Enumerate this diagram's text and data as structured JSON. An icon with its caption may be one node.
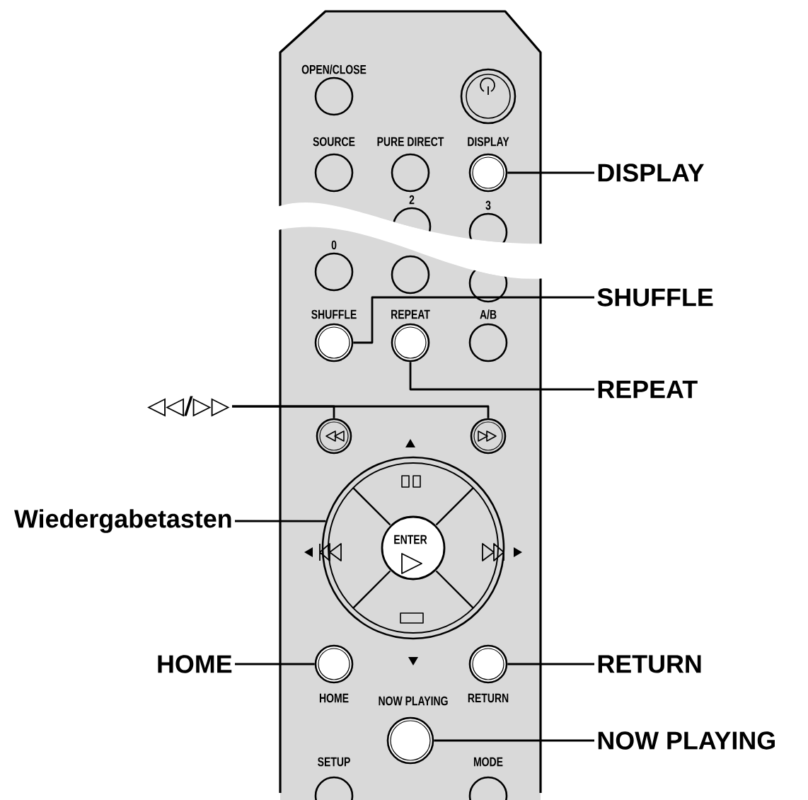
{
  "diagram": {
    "nodes": [
      {
        "text": [
          "DISPLAY"
        ]
      },
      {
        "text": [],
        "shape": "circle",
        "beside": [
          "DISPLAY"
        ]
      },
      {
        "text": [
          "SHUFFLE"
        ]
      },
      {
        "text": [],
        "shape": "circle",
        "beside": [
          "SHUFFLE"
        ]
      },
      {
        "text": [
          "REPEAT"
        ]
      },
      {
        "text": [],
        "shape": "circle",
        "beside": [
          "REPEAT"
        ]
      },
      {
        "text": [
          "◁◁/▷▷"
        ]
      },
      {
        "text": [],
        "shape": "circle"
      },
      {
        "text": [],
        "shape": "circle"
      },
      {
        "text": [
          "Wiedergabetasten"
        ]
      },
      {
        "text": [],
        "shape": "circle"
      },
      {
        "text": [
          "HOME"
        ]
      },
      {
        "text": [],
        "shape": "circle",
        "beside": [
          "HOME"
        ]
      },
      {
        "text": [
          "RETURN"
        ]
      },
      {
        "text": [],
        "shape": "circle",
        "beside": [
          "RETURN"
        ]
      },
      {
        "text": [
          "NOW PLAYING"
        ]
      },
      {
        "text": [],
        "shape": "circle",
        "beside": [
          "NOW PLAYING"
        ]
      },
      {
        "text": [],
        "shape": "circle",
        "beside": [
          "OPEN/CLOSE"
        ]
      },
      {
        "text": [],
        "shape": "circle"
      },
      {
        "text": [],
        "shape": "circle",
        "beside": [
          "SOURCE"
        ]
      },
      {
        "text": [],
        "shape": "circle",
        "beside": [
          "PURE DIRECT"
        ]
      },
      {
        "text": [],
        "shape": "circle",
        "beside": [
          "2"
        ]
      },
      {
        "text": [],
        "shape": "circle",
        "beside": [
          "3"
        ]
      },
      {
        "text": [],
        "shape": "circle",
        "beside": [
          "0"
        ]
      },
      {
        "text": [],
        "shape": "circle"
      },
      {
        "text": [],
        "shape": "circle"
      },
      {
        "text": [],
        "shape": "circle",
        "beside": [
          "A/B"
        ]
      },
      {
        "text": [],
        "shape": "circle",
        "beside": [
          "SETUP"
        ]
      },
      {
        "text": [],
        "shape": "circle",
        "beside": [
          "MODE"
        ]
      }
    ],
    "edges": [
      {
        "from": 0,
        "to": 1,
        "arrow": "none"
      },
      {
        "from": 2,
        "to": 3,
        "arrow": "none"
      },
      {
        "from": 4,
        "to": 5,
        "arrow": "none"
      },
      {
        "from": 6,
        "to": 7,
        "arrow": "none"
      },
      {
        "from": 6,
        "to": 8,
        "arrow": "none"
      },
      {
        "from": 9,
        "to": 10,
        "arrow": "none"
      },
      {
        "from": 11,
        "to": 12,
        "arrow": "none"
      },
      {
        "from": 13,
        "to": 14,
        "arrow": "none"
      },
      {
        "from": 15,
        "to": 16,
        "arrow": "none"
      }
    ],
    "labels": [
      "ENTER"
    ]
  }
}
